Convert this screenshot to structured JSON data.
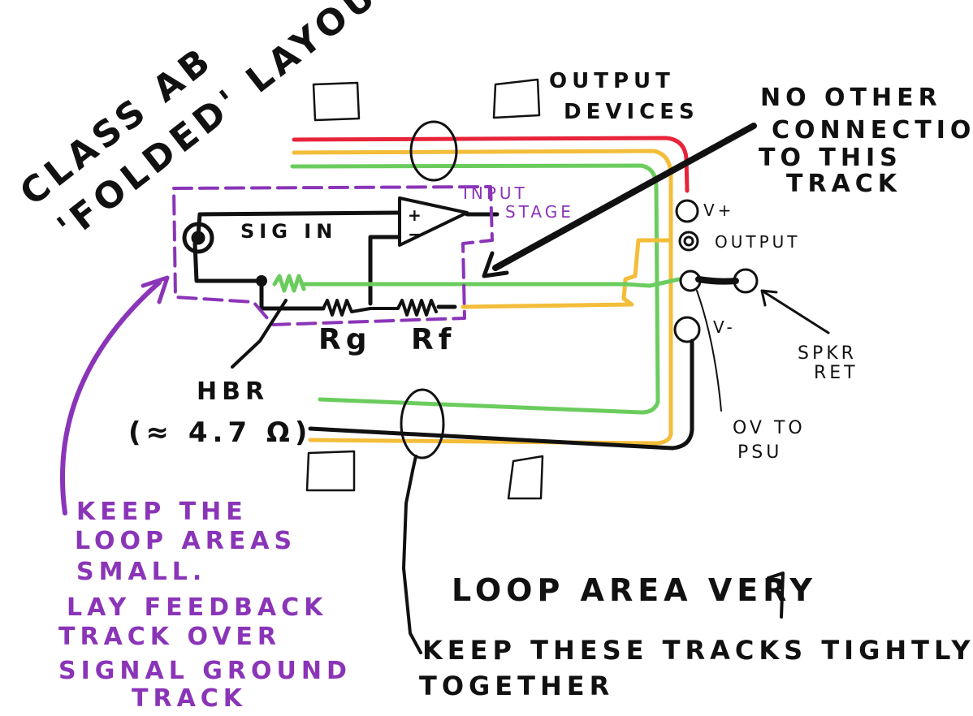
{
  "title_line1": "CLASS AB",
  "title_line2": "'FOLDED' LAYOUT",
  "output_devices_line1": "OUTPUT",
  "output_devices_line2": "DEVICES",
  "no_other_line1": "NO OTHER",
  "no_other_line2": "CONNECTIONS",
  "no_other_line3": "TO THIS",
  "no_other_line4": "TRACK",
  "input_stage_line1": "INPUT",
  "input_stage_line2": "STAGE",
  "sig_in": "SIG IN",
  "opamp_plus": "+",
  "opamp_minus": "−",
  "rg_label": "Rg",
  "rf_label": "Rf",
  "hbr_line1": "HBR",
  "hbr_line2": "(≈ 4.7 Ω)",
  "vplus": "V+",
  "output": "OUTPUT",
  "vminus": "V-",
  "spkr_line1": "SPKR",
  "spkr_line2": "RET",
  "ov_line1": "OV TO",
  "ov_line2": "PSU",
  "purple_note": [
    "KEEP THE",
    "LOOP AREAS",
    "SMALL.",
    "LAY FEEDBACK",
    "TRACK OVER",
    "SIGNAL GROUND",
    "TRACK"
  ],
  "loop_area": "LOOP AREA  VERY",
  "keep_tracks_line1": "KEEP THESE TRACKS  TIGHTLY",
  "keep_tracks_line2": "TOGETHER",
  "colors": {
    "red_rail": "#e8243a",
    "yellow_output": "#f3bd3a",
    "green_ground": "#6bcc5e",
    "black_ink": "#111111",
    "purple_ink": "#8a35b8"
  }
}
